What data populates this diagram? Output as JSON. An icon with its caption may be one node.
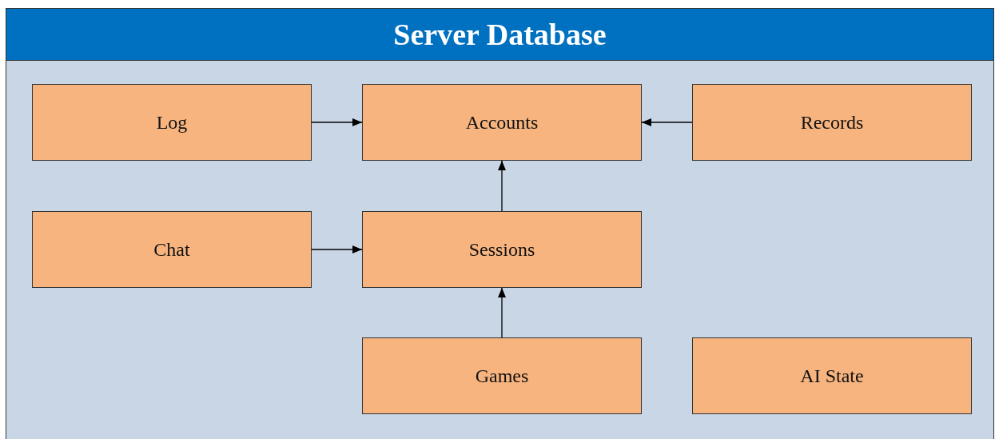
{
  "diagram": {
    "nodes": [
      {
        "text": [
          "Server Database"
        ]
      },
      {
        "text": [
          "Log"
        ],
        "in": 0
      },
      {
        "text": [
          "Accounts"
        ],
        "in": 0
      },
      {
        "text": [
          "Records"
        ],
        "in": 0
      },
      {
        "text": [
          "Chat"
        ],
        "in": 0
      },
      {
        "text": [
          "Sessions"
        ],
        "in": 0
      },
      {
        "text": [
          "Games"
        ],
        "in": 0
      },
      {
        "text": [
          "AI State"
        ],
        "in": 0
      }
    ],
    "edges": [
      {
        "from": 1,
        "to": 2,
        "arrow": "to"
      },
      {
        "from": 3,
        "to": 2,
        "arrow": "to"
      },
      {
        "from": 5,
        "to": 2,
        "arrow": "to"
      },
      {
        "from": 4,
        "to": 5,
        "arrow": "to"
      },
      {
        "from": 6,
        "to": 5,
        "arrow": "to"
      }
    ]
  }
}
